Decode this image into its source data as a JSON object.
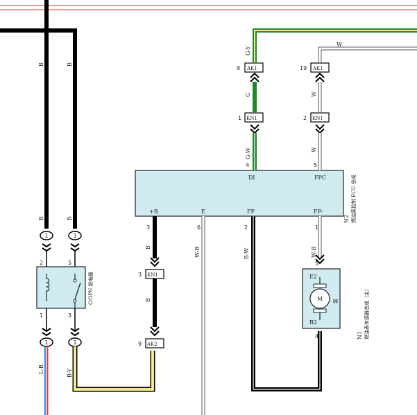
{
  "wire_colors": {
    "black": "#000000",
    "green": "#1c8a2c",
    "yellow": "#f2ea8a",
    "red": "#e03a3a",
    "blue": "#4a8fd6",
    "white_stroke": "#555555",
    "component_fill": "#cfeaf1"
  },
  "wires": {
    "b_left": "B",
    "b_right": "B",
    "b_left_lower": "B",
    "b_right_lower": "B",
    "g_y": "G-Y",
    "g": "G",
    "g_w": "G-W",
    "w_top": "W",
    "w_mid": "W",
    "w_low": "W",
    "l_r": "L-R",
    "b_y": "B-Y",
    "b_kn1_upper": "B",
    "b_kn1_lower": "B",
    "w_b": "W-B",
    "b_w": "B-W",
    "w_b_fp": "W-B"
  },
  "connectors": {
    "ak1_left": "AK1",
    "ak1_right": "AK1",
    "kn1_left": "KN1",
    "kn1_right": "KN1",
    "kn1_mid": "KN1",
    "ak2": "AK2"
  },
  "pins": {
    "ak1_left": "9",
    "ak1_right": "19",
    "kn1_left": "1",
    "kn1_right": "2",
    "ecu_di": "4",
    "ecu_fpc": "5",
    "ecu_b": "3",
    "ecu_e": "6",
    "ecu_fp": "2",
    "ecu_fpm": "1",
    "relay_2": "2",
    "relay_5": "5",
    "relay_1": "1",
    "relay_3": "3",
    "kn1_mid": "3",
    "ak2": "9",
    "pump_5": "5",
    "pump_4": "4"
  },
  "junctions": {
    "j1a": "1",
    "j1b": "1",
    "j1c": "1",
    "j1d": "1"
  },
  "ecu": {
    "di": "DI",
    "fpc": "FPC",
    "b": "+B",
    "e": "E",
    "fp": "FP",
    "fpm": "FP-",
    "id": "N2",
    "name": "燃油泵控制 ECU 总成"
  },
  "relay": {
    "name": "C/OPN 继电器"
  },
  "pump": {
    "e2": "E2",
    "b2": "B2",
    "motor": "M",
    "label": "泵",
    "id": "N1",
    "name": "燃油表传感器总成（主）"
  }
}
